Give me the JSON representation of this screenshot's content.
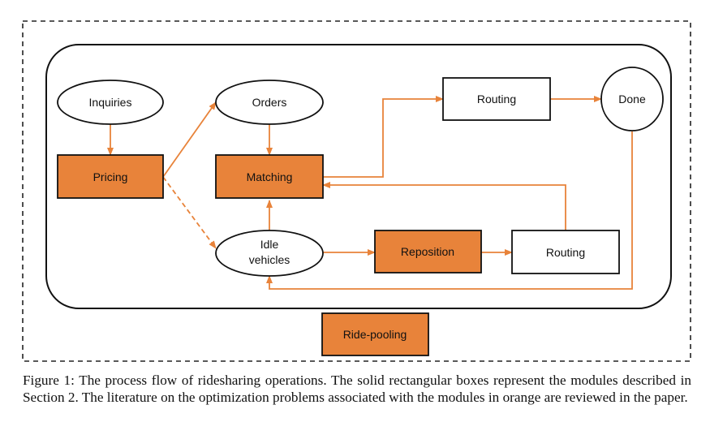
{
  "colors": {
    "accent": "#e8833a",
    "accent_fill": "#e8833a",
    "box_border": "#111111",
    "arrow": "#e8833a"
  },
  "nodes": {
    "inquiries": "Inquiries",
    "pricing": "Pricing",
    "orders": "Orders",
    "matching": "Matching",
    "idle_vehicles_line1": "Idle",
    "idle_vehicles_line2": "vehicles",
    "routing_top": "Routing",
    "done": "Done",
    "reposition": "Reposition",
    "routing_bottom": "Routing",
    "ride_pooling": "Ride-pooling"
  },
  "caption": "Figure 1: The process flow of ridesharing operations. The solid rectangular boxes represent the modules described in Section 2. The literature on the optimization problems associated with the modules in orange are reviewed in the paper."
}
